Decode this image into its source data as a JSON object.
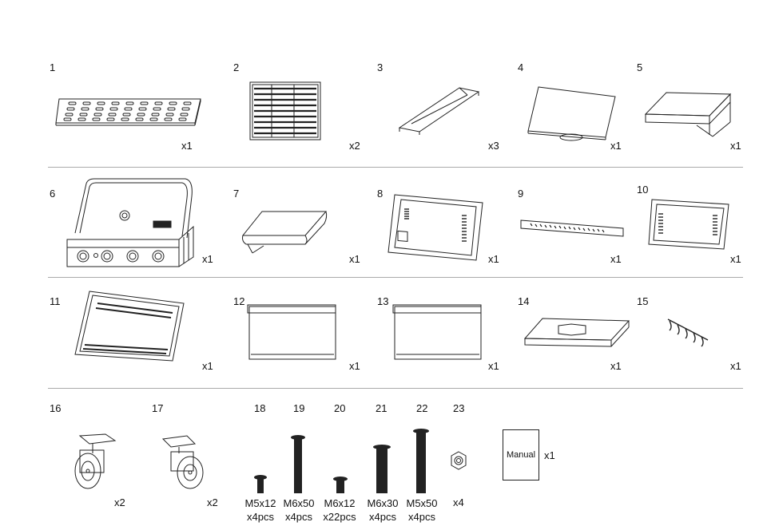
{
  "parts": [
    {
      "no": "1",
      "qty": "x1"
    },
    {
      "no": "2",
      "qty": "x2"
    },
    {
      "no": "3",
      "qty": "x3"
    },
    {
      "no": "4",
      "qty": "x1"
    },
    {
      "no": "5",
      "qty": "x1"
    },
    {
      "no": "6",
      "qty": "x1"
    },
    {
      "no": "7",
      "qty": "x1"
    },
    {
      "no": "8",
      "qty": "x1"
    },
    {
      "no": "9",
      "qty": "x1"
    },
    {
      "no": "10",
      "qty": "x1"
    },
    {
      "no": "11",
      "qty": "x1"
    },
    {
      "no": "12",
      "qty": "x1"
    },
    {
      "no": "13",
      "qty": "x1"
    },
    {
      "no": "14",
      "qty": "x1"
    },
    {
      "no": "15",
      "qty": "x1"
    },
    {
      "no": "16",
      "qty": "x2"
    },
    {
      "no": "17",
      "qty": "x2"
    }
  ],
  "hardware": [
    {
      "no": "18",
      "size": "M5x12",
      "count": "x4pcs"
    },
    {
      "no": "19",
      "size": "M6x50",
      "count": "x4pcs"
    },
    {
      "no": "20",
      "size": "M6x12",
      "count": "x22pcs"
    },
    {
      "no": "21",
      "size": "M6x30",
      "count": "x4pcs"
    },
    {
      "no": "22",
      "size": "M5x50",
      "count": "x4pcs"
    },
    {
      "no": "23",
      "count": "x4"
    }
  ],
  "manual": {
    "label": "Manual",
    "qty": "x1"
  }
}
